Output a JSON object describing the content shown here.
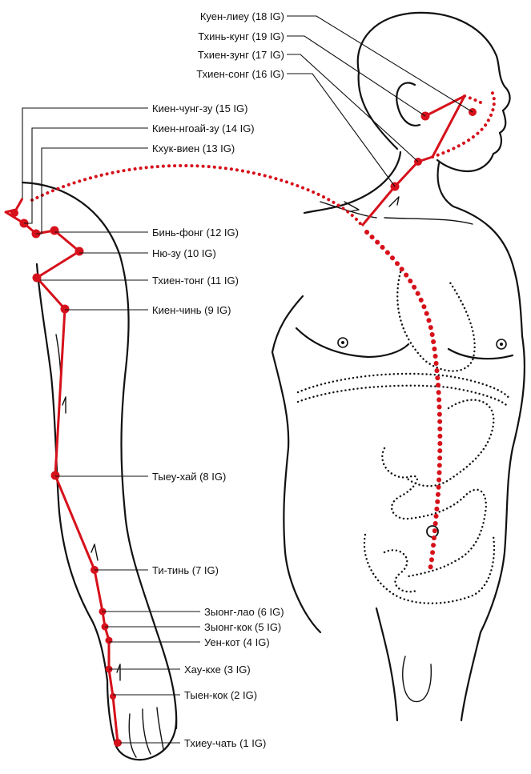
{
  "colors": {
    "meridian": "#d6111b",
    "outline": "#111111",
    "background": "#ffffff"
  },
  "points": [
    {
      "id": "p18",
      "label": "Куен-лиеу (18 IG)"
    },
    {
      "id": "p19",
      "label": "Тхинь-кунг (19 IG)"
    },
    {
      "id": "p17",
      "label": "Тхиен-зунг (17 IG)"
    },
    {
      "id": "p16",
      "label": "Тхиен-сонг (16 IG)"
    },
    {
      "id": "p15",
      "label": "Киен-чунг-зу (15 IG)"
    },
    {
      "id": "p14",
      "label": "Киен-нгоай-зу (14 IG)"
    },
    {
      "id": "p13",
      "label": "Кхук-виен (13 IG)"
    },
    {
      "id": "p12",
      "label": "Бинь-фонг (12 IG)"
    },
    {
      "id": "p10",
      "label": "Ню-зу (10 IG)"
    },
    {
      "id": "p11",
      "label": "Тхиен-тонг (11 IG)"
    },
    {
      "id": "p9",
      "label": "Киен-чинь (9 IG)"
    },
    {
      "id": "p8",
      "label": "Тыеу-хай (8 IG)"
    },
    {
      "id": "p7",
      "label": "Ти-тинь (7 IG)"
    },
    {
      "id": "p6",
      "label": "Зыонг-лао (6 IG)"
    },
    {
      "id": "p5",
      "label": "Зыонг-кок (5 IG)"
    },
    {
      "id": "p4",
      "label": "Уен-кот (4 IG)"
    },
    {
      "id": "p3",
      "label": "Хау-кхе (3 IG)"
    },
    {
      "id": "p2",
      "label": "Тыен-кок (2 IG)"
    },
    {
      "id": "p1",
      "label": "Тхиеу-чать (1 IG)"
    }
  ]
}
